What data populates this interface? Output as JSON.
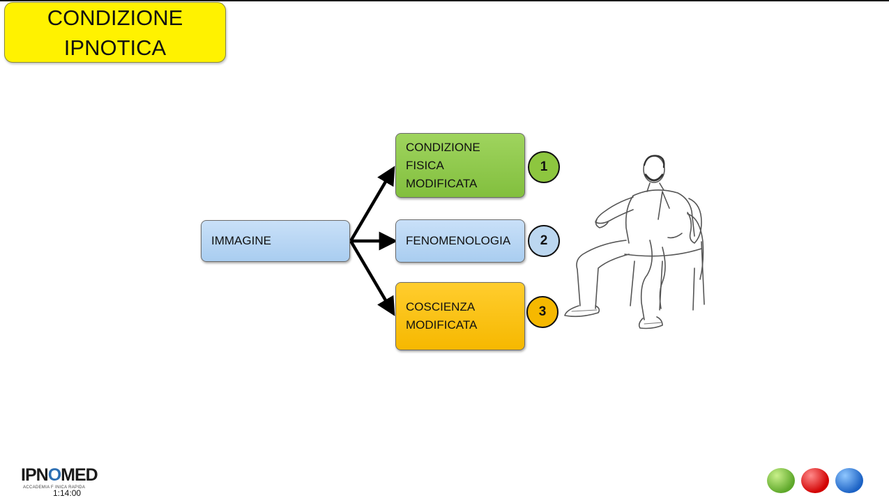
{
  "title": {
    "line1": "CONDIZIONE",
    "line2": "IPNOTICA"
  },
  "diagram": {
    "source": {
      "label": "IMMAGINE",
      "color": "#a9cdf0"
    },
    "targets": [
      {
        "lines": [
          "CONDIZIONE",
          "FISICA",
          "MODIFICATA"
        ],
        "number": "1",
        "color": "#82bf3e"
      },
      {
        "lines": [
          "FENOMENOLOGIA"
        ],
        "number": "2",
        "color": "#a9cdf0"
      },
      {
        "lines": [
          "COSCIENZA",
          "MODIFICATA"
        ],
        "number": "3",
        "color": "#f6b800"
      }
    ]
  },
  "footer": {
    "logo_left": "IPN",
    "logo_o": "O",
    "logo_right": "MED",
    "logo_subtitle": "ACCADEMIA F                     INICA RAPIDA",
    "timestamp": "1:14:00",
    "dots": [
      "#5ea82a",
      "#d10000",
      "#1c62c4"
    ]
  }
}
